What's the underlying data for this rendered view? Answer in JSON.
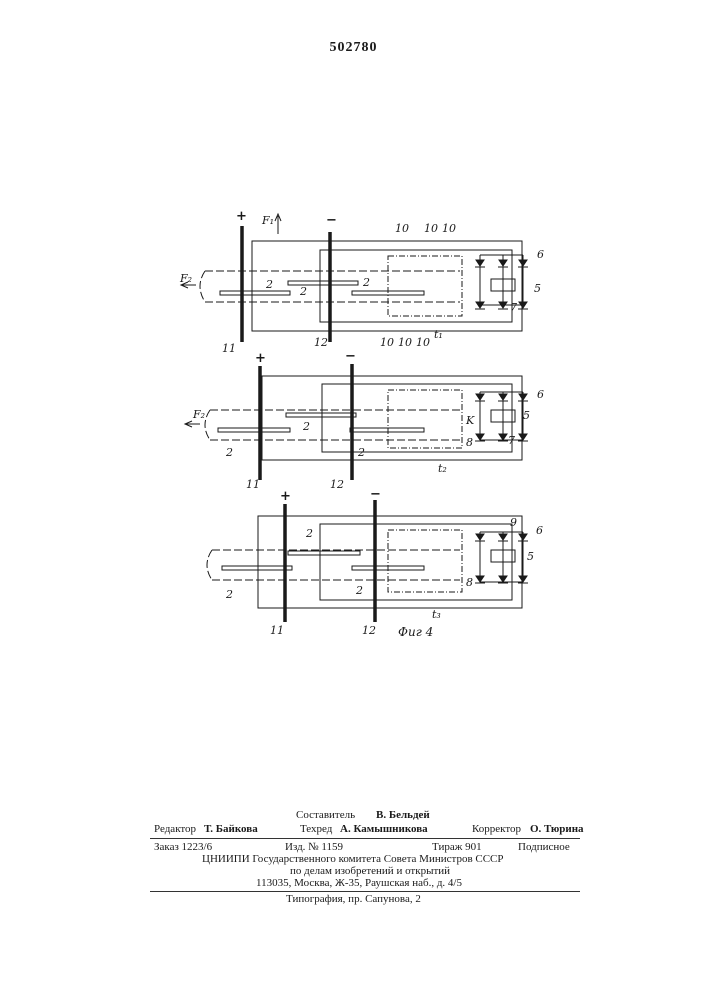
{
  "header": {
    "patent_number": "502780"
  },
  "figure": {
    "caption": "Фиг 4",
    "plus": "+",
    "minus": "−",
    "force1": "F₁",
    "force2": "F₂",
    "numbers": {
      "n2": "2",
      "n5": "5",
      "n6": "6",
      "n7": "7",
      "n8": "8",
      "n9": "9",
      "n10": "10",
      "n11": "11",
      "n12": "12",
      "k": "K"
    },
    "time_labels": [
      "t₁",
      "t₂",
      "t₃"
    ]
  },
  "imprint": {
    "compiler_label": "Составитель",
    "compiler_name": "В. Бельдей",
    "editor_label": "Редактор",
    "editor_name": "Т. Байкова",
    "techred_label": "Техред",
    "techred_name": "А. Камышникова",
    "corrector_label": "Корректор",
    "corrector_name": "О. Тюрина",
    "order": "Заказ 1223/6",
    "izd": "Изд. № 1159",
    "tirazh": "Тираж 901",
    "podpisnoe": "Подписное",
    "org1": "ЦНИИПИ Государственного комитета Совета Министров СССР",
    "org2": "по делам изобретений и открытий",
    "address": "113035, Москва, Ж-35, Раушская наб., д. 4/5",
    "printer": "Типография, пр. Сапунова, 2"
  }
}
